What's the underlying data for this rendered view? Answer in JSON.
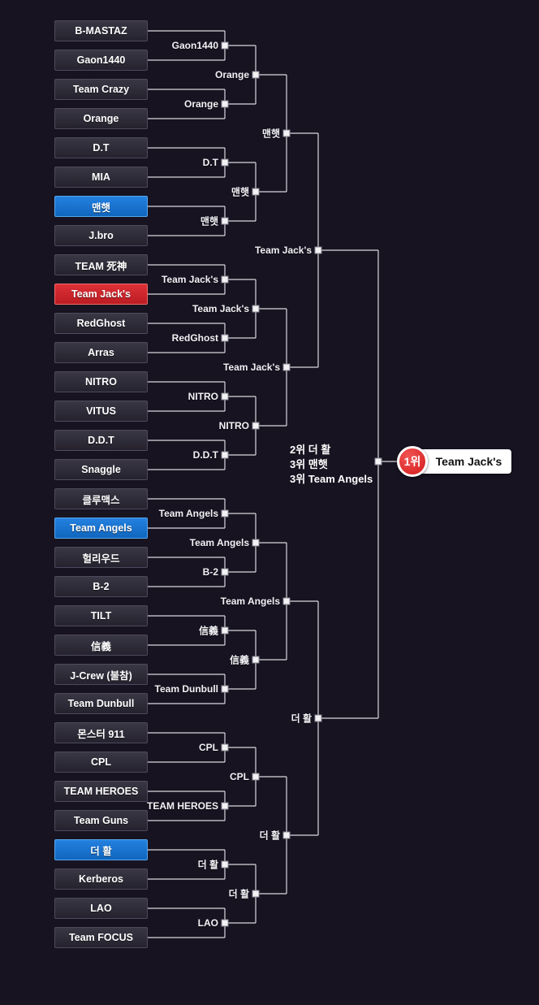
{
  "bracket": {
    "round1_teams": [
      {
        "name": "B-MASTAZ",
        "style": "default"
      },
      {
        "name": "Gaon1440",
        "style": "default"
      },
      {
        "name": "Team Crazy",
        "style": "default"
      },
      {
        "name": "Orange",
        "style": "default"
      },
      {
        "name": "D.T",
        "style": "default"
      },
      {
        "name": "MIA",
        "style": "default"
      },
      {
        "name": "맨햇",
        "style": "blue"
      },
      {
        "name": "J.bro",
        "style": "default"
      },
      {
        "name": "TEAM 死神",
        "style": "default"
      },
      {
        "name": "Team Jack's",
        "style": "red"
      },
      {
        "name": "RedGhost",
        "style": "default"
      },
      {
        "name": "Arras",
        "style": "default"
      },
      {
        "name": "NITRO",
        "style": "default"
      },
      {
        "name": "VITUS",
        "style": "default"
      },
      {
        "name": "D.D.T",
        "style": "default"
      },
      {
        "name": "Snaggle",
        "style": "default"
      },
      {
        "name": "클루맥스",
        "style": "default"
      },
      {
        "name": "Team Angels",
        "style": "blue"
      },
      {
        "name": "헐리우드",
        "style": "default"
      },
      {
        "name": "B-2",
        "style": "default"
      },
      {
        "name": "TILT",
        "style": "default"
      },
      {
        "name": "信義",
        "style": "default"
      },
      {
        "name": "J-Crew (불참)",
        "style": "default"
      },
      {
        "name": "Team Dunbull",
        "style": "default"
      },
      {
        "name": "몬스터 911",
        "style": "default"
      },
      {
        "name": "CPL",
        "style": "default"
      },
      {
        "name": "TEAM HEROES",
        "style": "default"
      },
      {
        "name": "Team Guns",
        "style": "default"
      },
      {
        "name": "더 활",
        "style": "blue"
      },
      {
        "name": "Kerberos",
        "style": "default"
      },
      {
        "name": "LAO",
        "style": "default"
      },
      {
        "name": "Team FOCUS",
        "style": "default"
      }
    ],
    "winners_16": [
      "Gaon1440",
      "Orange",
      "D.T",
      "맨햇",
      "Team Jack's",
      "RedGhost",
      "NITRO",
      "D.D.T",
      "Team Angels",
      "B-2",
      "信義",
      "Team Dunbull",
      "CPL",
      "TEAM HEROES",
      "더 활",
      "LAO"
    ],
    "winners_8": [
      "Orange",
      "맨햇",
      "Team Jack's",
      "NITRO",
      "Team Angels",
      "信義",
      "CPL",
      "더 활"
    ],
    "winners_4": [
      "맨햇",
      "Team Jack's",
      "Team Angels",
      "더 활"
    ],
    "winners_2": [
      "Team Jack's",
      "더 활"
    ],
    "champion": {
      "rank": "1위",
      "name": "Team Jack's"
    },
    "standings": [
      {
        "text": "2위 더 활"
      },
      {
        "text": "3위 맨햇"
      },
      {
        "text": "3위 Team Angels"
      }
    ],
    "colors": {
      "background": "#171321",
      "box": "#2b2836",
      "box_border": "#4e4a5c",
      "highlight_blue": "#1377dd",
      "highlight_red": "#da2128",
      "line": "#d8d8dd",
      "champion_red": "#d31b1b",
      "plate_white": "#ffffff"
    }
  }
}
